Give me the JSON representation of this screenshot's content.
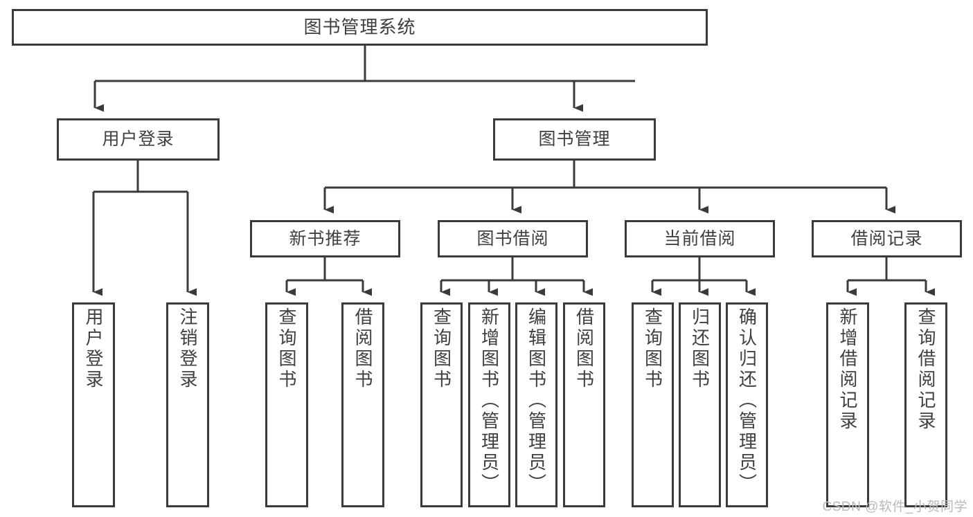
{
  "diagram": {
    "title": "图书管理系统",
    "type": "tree-hierarchy-chart",
    "colors": {
      "box_border": "#3a3a3a",
      "box_fill": "#ffffff",
      "text": "#3f3f3f",
      "background": "#ffffff",
      "watermark": "#b9b9b9"
    },
    "root": {
      "label": "图书管理系统"
    },
    "level2": [
      {
        "label": "用户登录"
      },
      {
        "label": "图书管理"
      }
    ],
    "level3": [
      {
        "label": "新书推荐"
      },
      {
        "label": "图书借阅"
      },
      {
        "label": "当前借阅"
      },
      {
        "label": "借阅记录"
      }
    ],
    "leaves": {
      "user_login": [
        {
          "label": "用户登录"
        },
        {
          "label": "注销登录"
        }
      ],
      "new_book_recommend": [
        {
          "label": "查询图书"
        },
        {
          "label": "借阅图书"
        }
      ],
      "book_borrow": [
        {
          "label": "查询图书"
        },
        {
          "label": "新增图书（管理员）"
        },
        {
          "label": "编辑图书（管理员）"
        },
        {
          "label": "借阅图书"
        }
      ],
      "current_borrow": [
        {
          "label": "查询图书"
        },
        {
          "label": "归还图书"
        },
        {
          "label": "确认归还（管理员）"
        }
      ],
      "borrow_record": [
        {
          "label": "新增借阅记录"
        },
        {
          "label": "查询借阅记录"
        }
      ]
    }
  },
  "watermark": {
    "text": "CSDN @软件_小贺同学"
  }
}
